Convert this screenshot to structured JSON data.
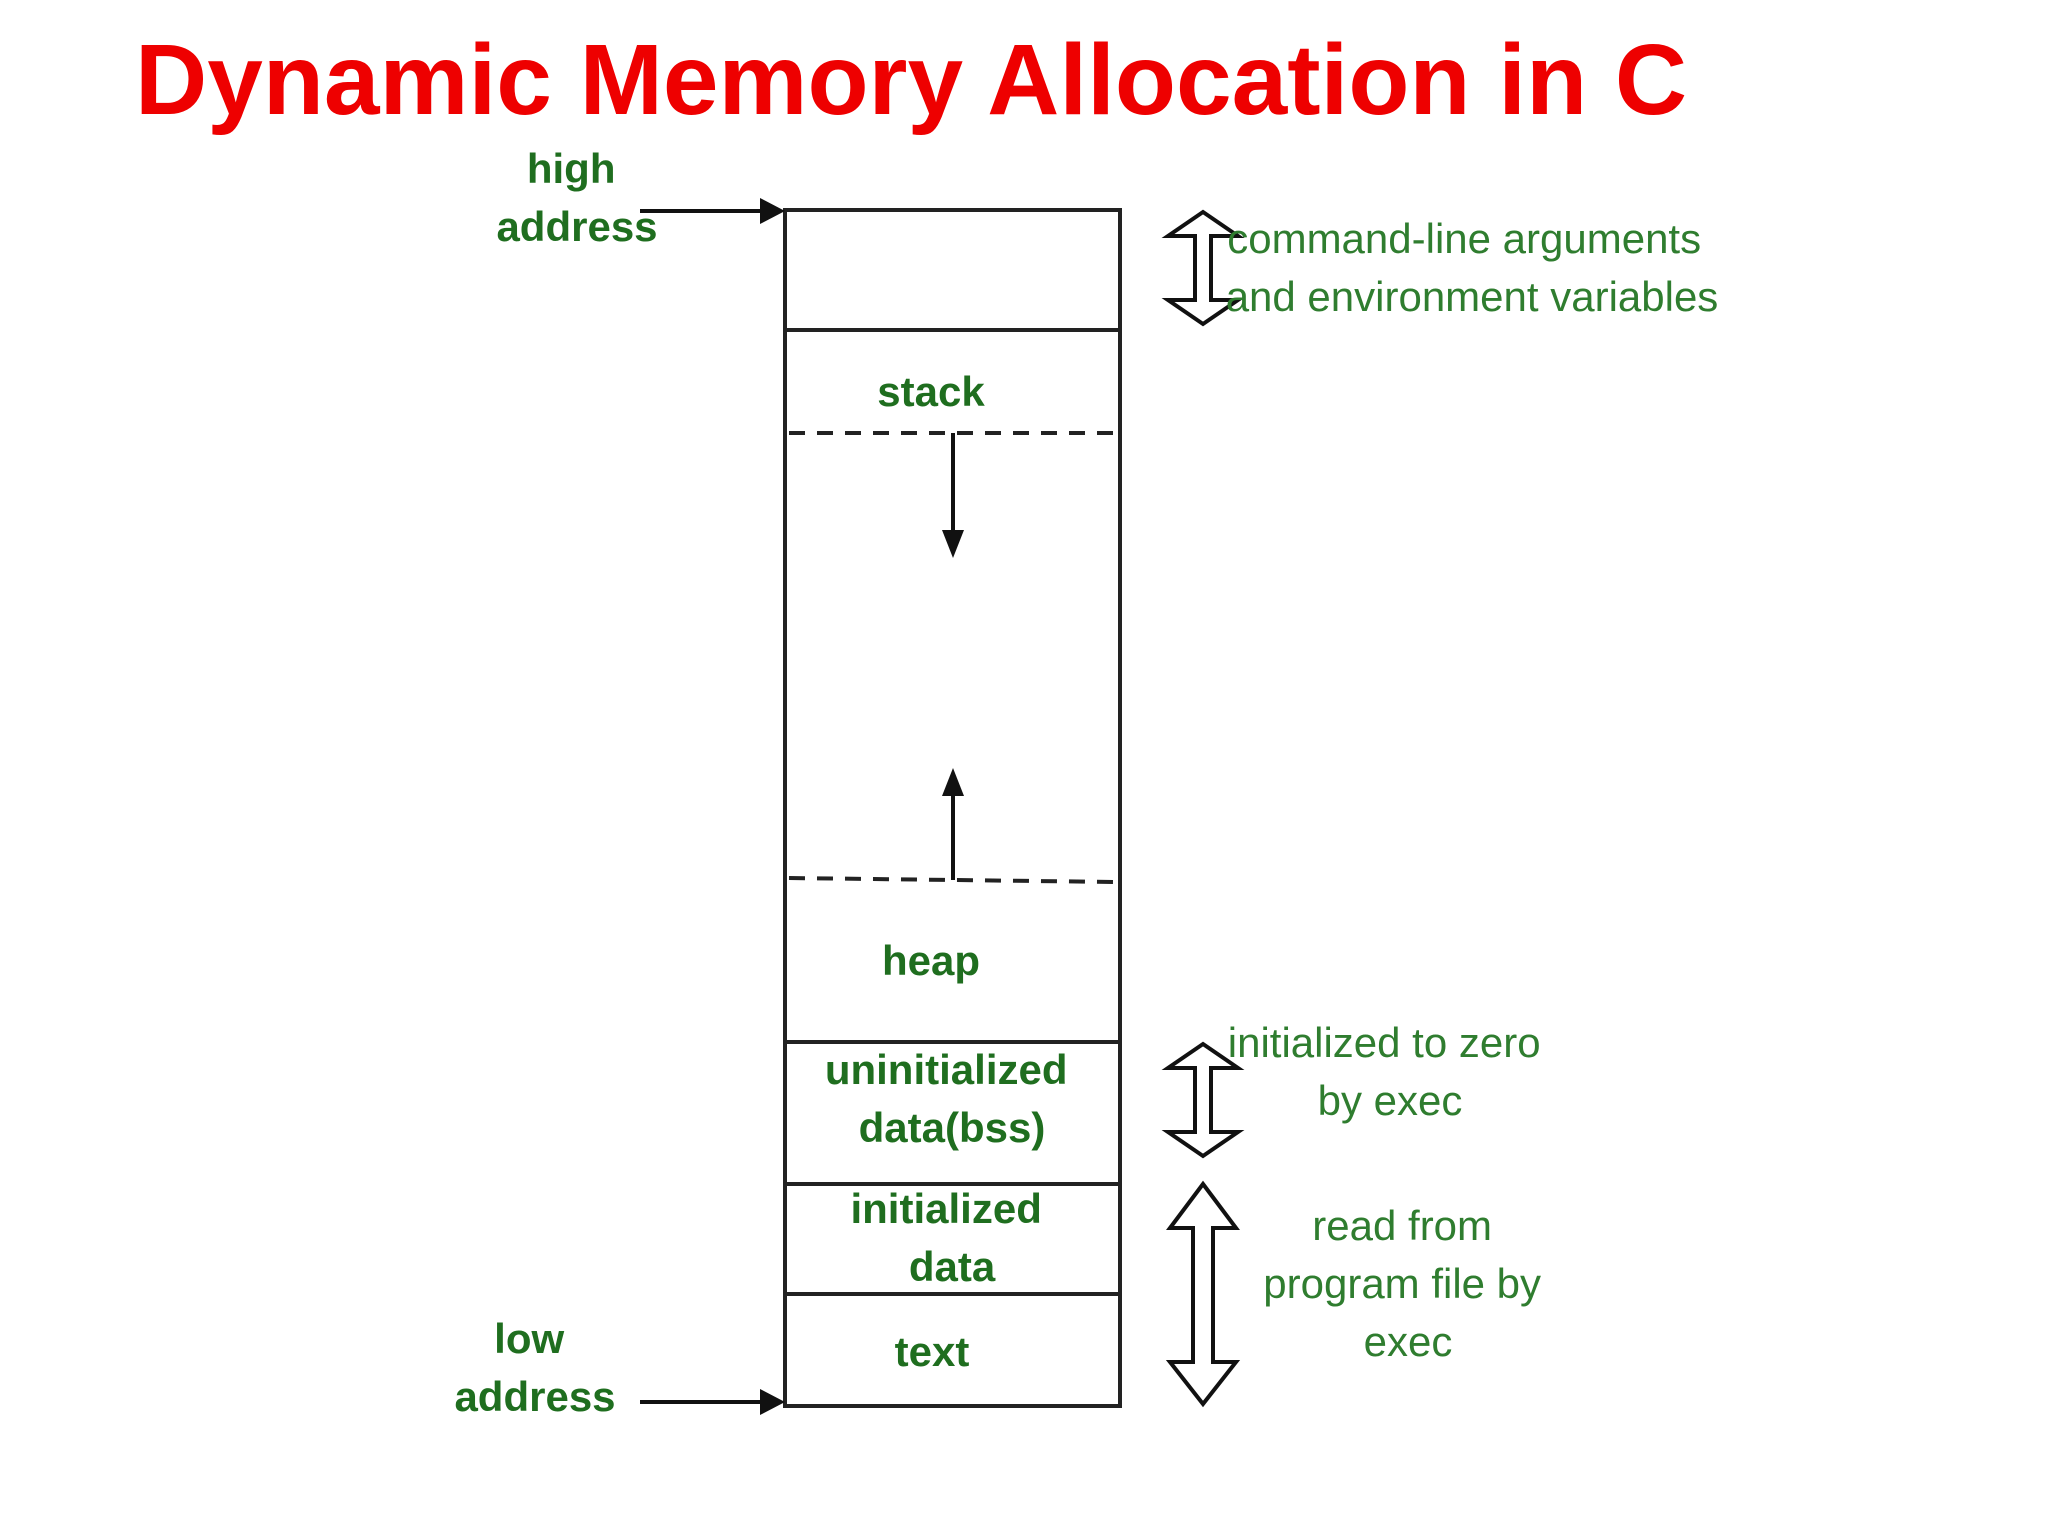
{
  "title": "Dynamic Memory Allocation in C",
  "address_labels": {
    "high": [
      "high",
      "address"
    ],
    "low": [
      "low",
      "address"
    ]
  },
  "segments": {
    "stack": [
      "stack"
    ],
    "heap": [
      "heap"
    ],
    "bss": [
      "uninitialized",
      "data(bss)"
    ],
    "data": [
      "initialized",
      "data"
    ],
    "text": [
      "text"
    ]
  },
  "annotations": {
    "args": [
      "command-line arguments",
      "and environment variables"
    ],
    "bss": [
      "initialized to zero",
      "by exec"
    ],
    "program": [
      "read from",
      "program file by",
      "exec"
    ]
  },
  "colors": {
    "title": "#ee0000",
    "label": "#1f6e1f",
    "outline": "#222222"
  }
}
